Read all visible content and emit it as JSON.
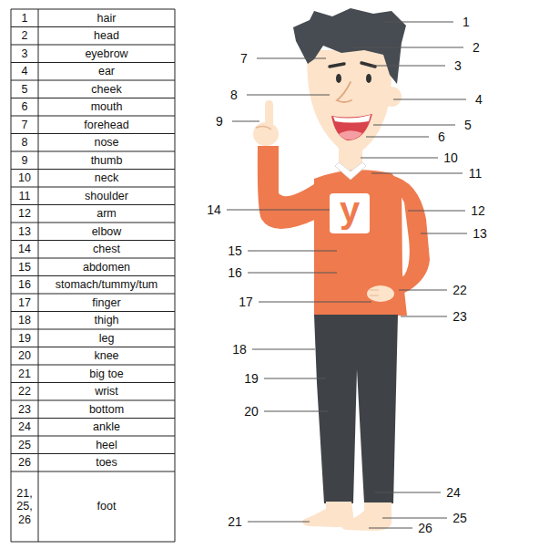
{
  "diagram": {
    "labels": [
      "1",
      "hair",
      "2",
      "head",
      "3",
      "eyebrow",
      "4",
      "ear",
      "5",
      "cheek",
      "6",
      "mouth",
      "7",
      "forehead",
      "8",
      "nose",
      "9",
      "thumb",
      "10",
      "neck",
      "11",
      "shoulder",
      "12",
      "arm",
      "13",
      "elbow",
      "14",
      "chest",
      "15",
      "abdomen",
      "16",
      "stomach/tummy/tum",
      "17",
      "finger",
      "18",
      "thigh",
      "19",
      "leg",
      "20",
      "knee",
      "21",
      "big toe",
      "22",
      "wrist",
      "23",
      "bottom",
      "24",
      "ankle",
      "25",
      "heel",
      "26",
      "toes",
      "21, 25, 26",
      "foot",
      "y",
      "1",
      "2",
      "3",
      "4",
      "5",
      "6",
      "7",
      "8",
      "9",
      "10",
      "11",
      "12",
      "13",
      "14",
      "15",
      "16",
      "17",
      "18",
      "19",
      "20",
      "21",
      "22",
      "23",
      "24",
      "25",
      "26"
    ]
  }
}
